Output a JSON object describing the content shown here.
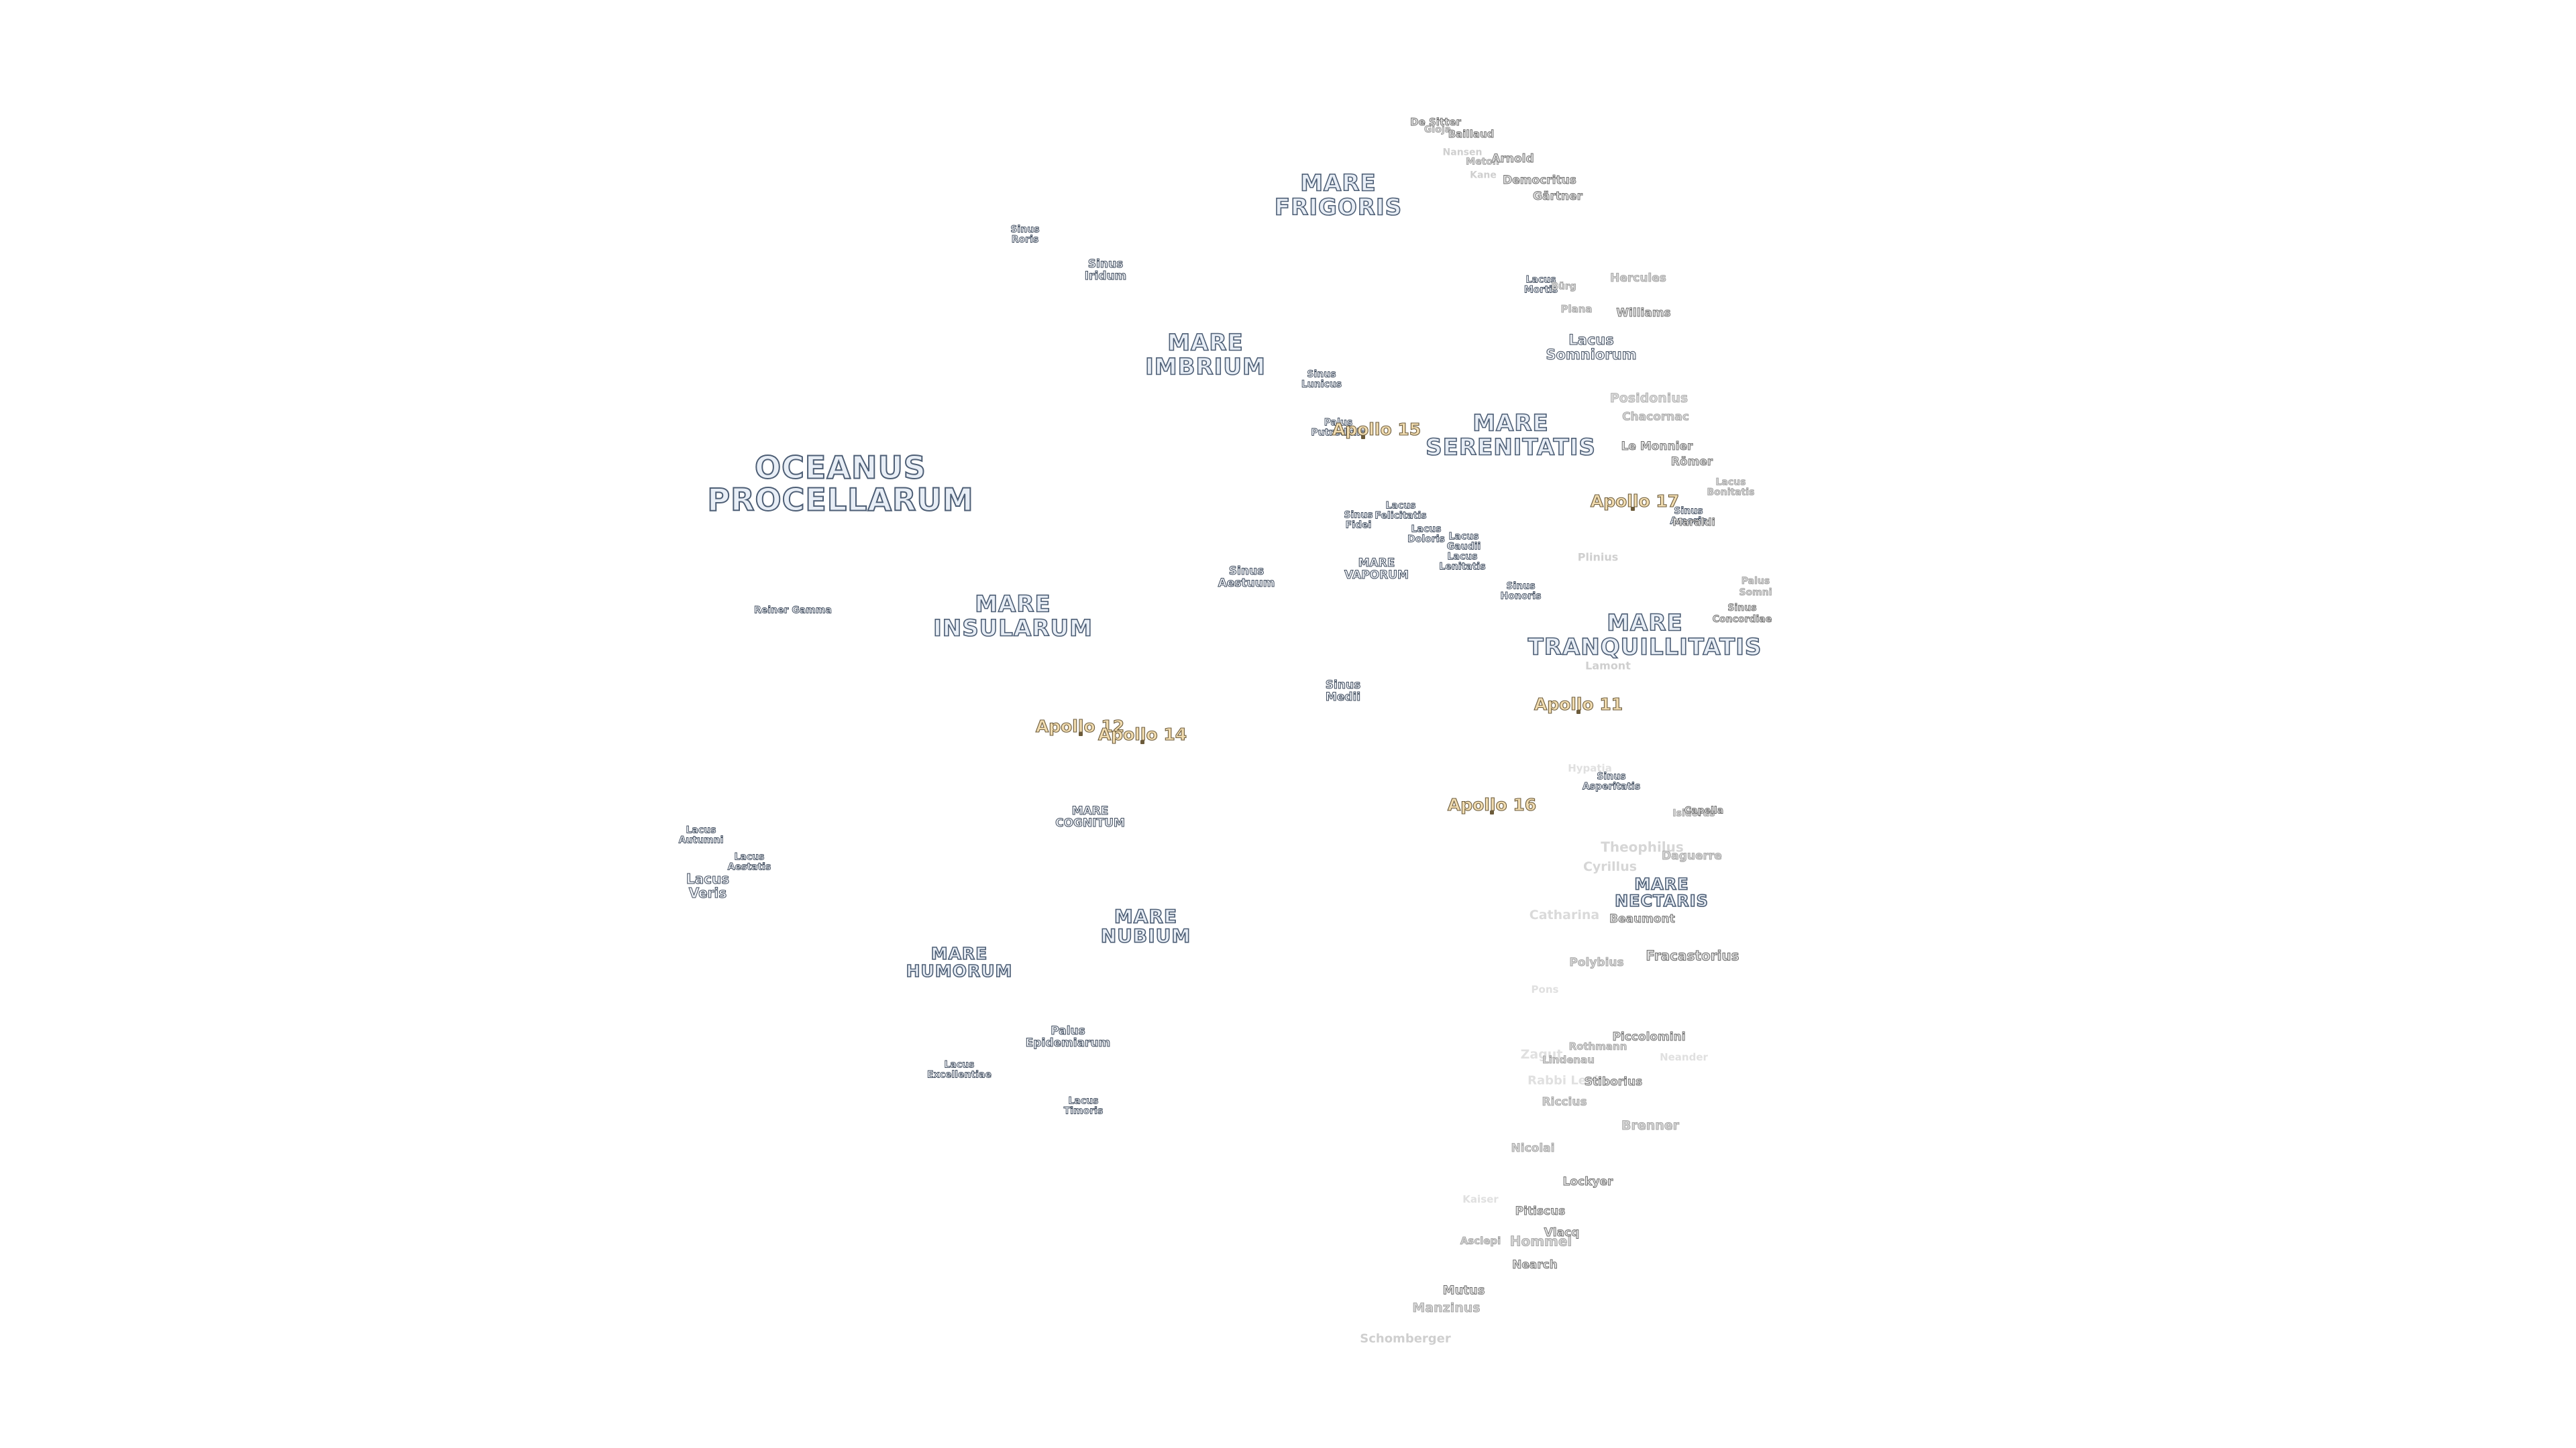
{
  "maria": [
    {
      "id": "mare-frigoris",
      "lines": [
        "MARE",
        "FRIGORIS"
      ]
    },
    {
      "id": "mare-imbrium",
      "lines": [
        "MARE",
        "IMBRIUM"
      ]
    },
    {
      "id": "mare-serenitatis",
      "lines": [
        "MARE",
        "SERENITATIS"
      ]
    },
    {
      "id": "oceanus-procellarum",
      "lines": [
        "OCEANUS",
        "PROCELLARUM"
      ]
    },
    {
      "id": "mare-insularum",
      "lines": [
        "MARE",
        "INSULARUM"
      ]
    },
    {
      "id": "mare-vaporum",
      "lines": [
        "MARE",
        "VAPORUM"
      ]
    },
    {
      "id": "mare-tranquillitatis",
      "lines": [
        "MARE",
        "TRANQUILLITATIS"
      ]
    },
    {
      "id": "mare-cognitum",
      "lines": [
        "MARE",
        "COGNITUM"
      ]
    },
    {
      "id": "mare-nubium",
      "lines": [
        "MARE",
        "NUBIUM"
      ]
    },
    {
      "id": "mare-humorum",
      "lines": [
        "MARE",
        "HUMORUM"
      ]
    },
    {
      "id": "mare-nectaris",
      "lines": [
        "MARE",
        "NECTARIS"
      ]
    }
  ],
  "minor_features": [
    {
      "id": "sinus-roris",
      "lines": [
        "Sinus",
        "Roris"
      ]
    },
    {
      "id": "sinus-iridum",
      "lines": [
        "Sinus",
        "Iridum"
      ]
    },
    {
      "id": "sinus-lunicus",
      "lines": [
        "Sinus",
        "Lunicus"
      ]
    },
    {
      "id": "palus-putredinis",
      "lines": [
        "Palus",
        "Putredinis"
      ]
    },
    {
      "id": "lacus-mortis",
      "lines": [
        "Lacus",
        "Mortis"
      ]
    },
    {
      "id": "lacus-somniorum",
      "lines": [
        "Lacus",
        "Somniorum"
      ]
    },
    {
      "id": "sinus-aestuum",
      "lines": [
        "Sinus",
        "Aestuum"
      ]
    },
    {
      "id": "sinus-fidei",
      "lines": [
        "Sinus",
        "Fidei"
      ]
    },
    {
      "id": "lacus-felicitatis",
      "lines": [
        "Lacus",
        "Felicitatis"
      ]
    },
    {
      "id": "lacus-doloris",
      "lines": [
        "Lacus",
        "Doloris"
      ]
    },
    {
      "id": "lacus-gaudii",
      "lines": [
        "Lacus",
        "Gaudii"
      ]
    },
    {
      "id": "lacus-lenitatis",
      "lines": [
        "Lacus",
        "Lenitatis"
      ]
    },
    {
      "id": "sinus-honoris",
      "lines": [
        "Sinus",
        "Honoris"
      ]
    },
    {
      "id": "sinus-amoris",
      "lines": [
        "Sinus",
        "Amoris"
      ]
    },
    {
      "id": "sinus-medii",
      "lines": [
        "Sinus",
        "Medii"
      ]
    },
    {
      "id": "sinus-asperitatis",
      "lines": [
        "Sinus",
        "Asperitatis"
      ]
    },
    {
      "id": "lacus-autumni",
      "lines": [
        "Lacus",
        "Autumni"
      ]
    },
    {
      "id": "lacus-aestatis",
      "lines": [
        "Lacus",
        "Aestatis"
      ]
    },
    {
      "id": "lacus-veris",
      "lines": [
        "Lacus",
        "Veris"
      ]
    },
    {
      "id": "palus-epidemiarum",
      "lines": [
        "Palus",
        "Epidemiarum"
      ]
    },
    {
      "id": "lacus-excellentiae",
      "lines": [
        "Lacus",
        "Excellentiae"
      ]
    },
    {
      "id": "lacus-timoris",
      "lines": [
        "Lacus",
        "Timoris"
      ]
    },
    {
      "id": "reiner-gamma",
      "lines": [
        "Reiner Gamma"
      ]
    }
  ],
  "craters": [
    {
      "id": "de-sitter",
      "text": "De Sitter"
    },
    {
      "id": "gioja",
      "text": "Gioja"
    },
    {
      "id": "baillaud",
      "text": "Baillaud"
    },
    {
      "id": "nansen",
      "text": "Nansen"
    },
    {
      "id": "meton",
      "text": "Meton"
    },
    {
      "id": "arnold",
      "text": "Arnold"
    },
    {
      "id": "kane",
      "text": "Kane"
    },
    {
      "id": "democritus",
      "text": "Democritus"
    },
    {
      "id": "gartner",
      "text": "Gärtner"
    },
    {
      "id": "burg",
      "text": "Bürg"
    },
    {
      "id": "hercules",
      "text": "Hercules"
    },
    {
      "id": "plana",
      "text": "Plana"
    },
    {
      "id": "williams",
      "text": "Williams"
    },
    {
      "id": "posidonius",
      "text": "Posidonius"
    },
    {
      "id": "chacornac",
      "text": "Chacornac"
    },
    {
      "id": "le-monnier",
      "text": "Le Monnier"
    },
    {
      "id": "romer",
      "text": "Römer"
    },
    {
      "id": "lacus-bonitatis",
      "text": "Lacus Bonitatis"
    },
    {
      "id": "maraldi",
      "text": "Maraldi"
    },
    {
      "id": "plinius",
      "text": "Plinius"
    },
    {
      "id": "palus-somni",
      "text": "Palus Somni"
    },
    {
      "id": "sinus-concordiae",
      "text": "Sinus Concordiae"
    },
    {
      "id": "lamont",
      "text": "Lamont"
    },
    {
      "id": "hypatia",
      "text": "Hypatia"
    },
    {
      "id": "isidorus",
      "text": "Isidorus"
    },
    {
      "id": "capella",
      "text": "Capella"
    },
    {
      "id": "theophilus",
      "text": "Theophilus"
    },
    {
      "id": "daguerre",
      "text": "Daguerre"
    },
    {
      "id": "cyrillus",
      "text": "Cyrillus"
    },
    {
      "id": "catharina",
      "text": "Catharina"
    },
    {
      "id": "beaumont",
      "text": "Beaumont"
    },
    {
      "id": "polybius",
      "text": "Polybius"
    },
    {
      "id": "fracastorius",
      "text": "Fracastorius"
    },
    {
      "id": "pons",
      "text": "Pons"
    },
    {
      "id": "piccolomini",
      "text": "Piccolomini"
    },
    {
      "id": "rothmann",
      "text": "Rothmann"
    },
    {
      "id": "zagut",
      "text": "Zagut"
    },
    {
      "id": "lindenau",
      "text": "Lindenau"
    },
    {
      "id": "neander",
      "text": "Neander"
    },
    {
      "id": "rabbi-levi",
      "text": "Rabbi Levi"
    },
    {
      "id": "stiborius",
      "text": "Stiborius"
    },
    {
      "id": "riccius",
      "text": "Riccius"
    },
    {
      "id": "brenner",
      "text": "Brenner"
    },
    {
      "id": "nicolai",
      "text": "Nicolai"
    },
    {
      "id": "lockyer",
      "text": "Lockyer"
    },
    {
      "id": "kaiser",
      "text": "Kaiser"
    },
    {
      "id": "pitiscus",
      "text": "Pitiscus"
    },
    {
      "id": "asclepi",
      "text": "Asclepi"
    },
    {
      "id": "hommel",
      "text": "Hommel"
    },
    {
      "id": "vlacq",
      "text": "Vlacq"
    },
    {
      "id": "nearch",
      "text": "Nearch"
    },
    {
      "id": "mutus",
      "text": "Mutus"
    },
    {
      "id": "manzinus",
      "text": "Manzinus"
    },
    {
      "id": "schomberger",
      "text": "Schomberger"
    }
  ],
  "apollo_sites": [
    {
      "id": "apollo-15",
      "text": "Apollo 15"
    },
    {
      "id": "apollo-17",
      "text": "Apollo 17"
    },
    {
      "id": "apollo-11",
      "text": "Apollo 11"
    },
    {
      "id": "apollo-12",
      "text": "Apollo 12"
    },
    {
      "id": "apollo-14",
      "text": "Apollo 14"
    },
    {
      "id": "apollo-16",
      "text": "Apollo 16"
    }
  ]
}
